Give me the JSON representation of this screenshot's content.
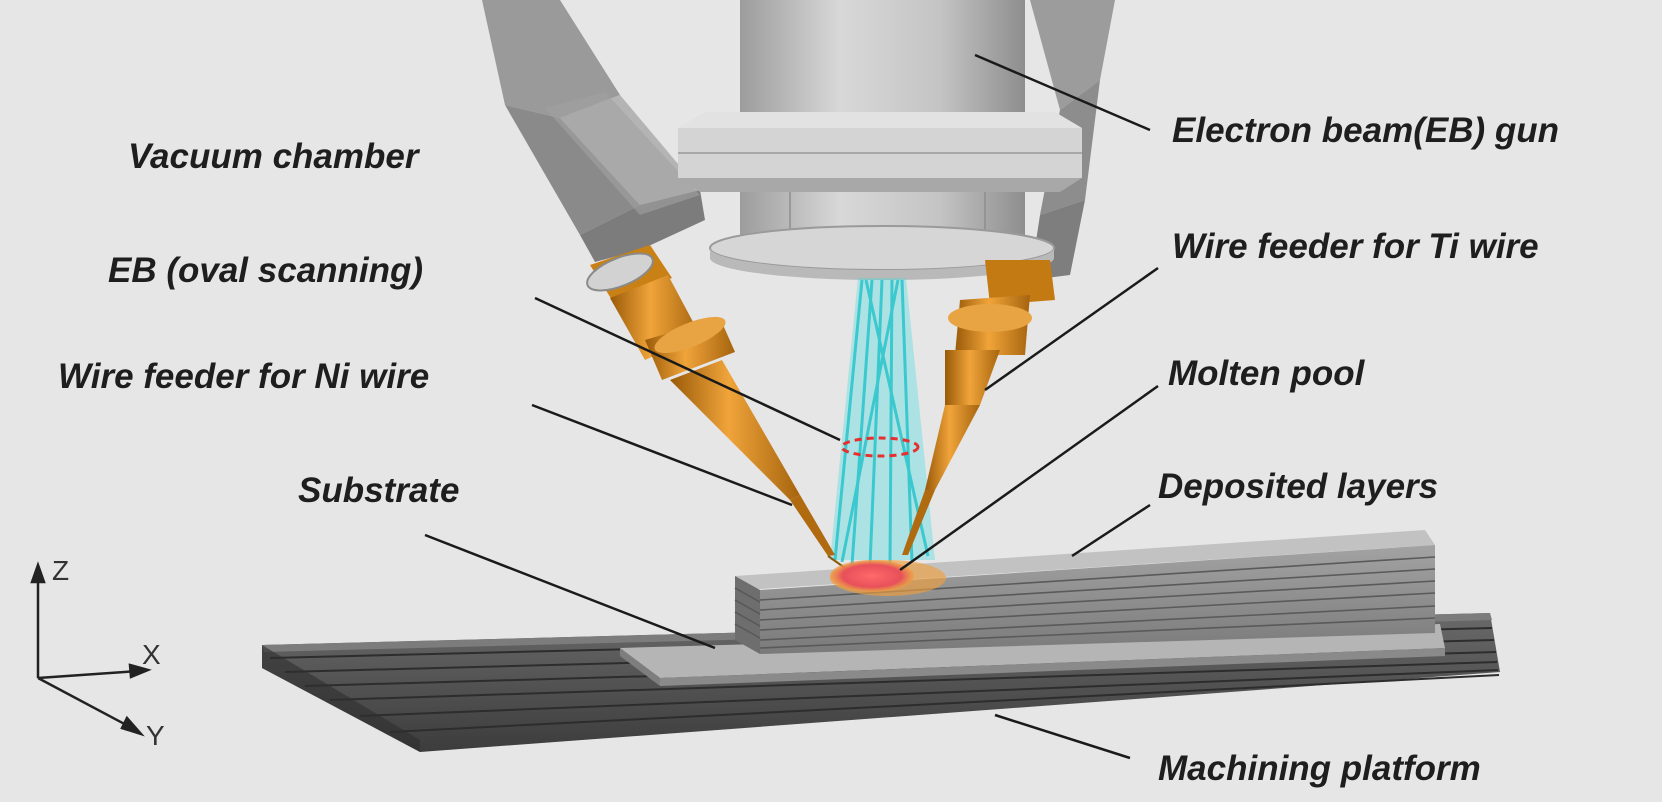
{
  "labels": {
    "vacuum_chamber": "Vacuum chamber",
    "eb_gun": "Electron beam(EB) gun",
    "eb_oval": "EB (oval scanning)",
    "ti_feeder": "Wire feeder for Ti wire",
    "ni_feeder": "Wire feeder for Ni wire",
    "molten_pool": "Molten pool",
    "substrate": "Substrate",
    "deposited_layers": "Deposited layers",
    "machining_platform": "Machining platform"
  },
  "axes": {
    "z": "Z",
    "x": "X",
    "y": "Y"
  },
  "colors": {
    "background": "#e6e6e6",
    "gun_light": "#c9c9c9",
    "gun_mid": "#a8a8a8",
    "chamber_dark": "#8a8a8a",
    "feeder_orange": "#d98a1a",
    "beam_cyan": "#3fd9dc",
    "pool_red": "#e8505a",
    "platform_dark": "#4a4a4a",
    "layers_grey": "#8c8c8c"
  }
}
